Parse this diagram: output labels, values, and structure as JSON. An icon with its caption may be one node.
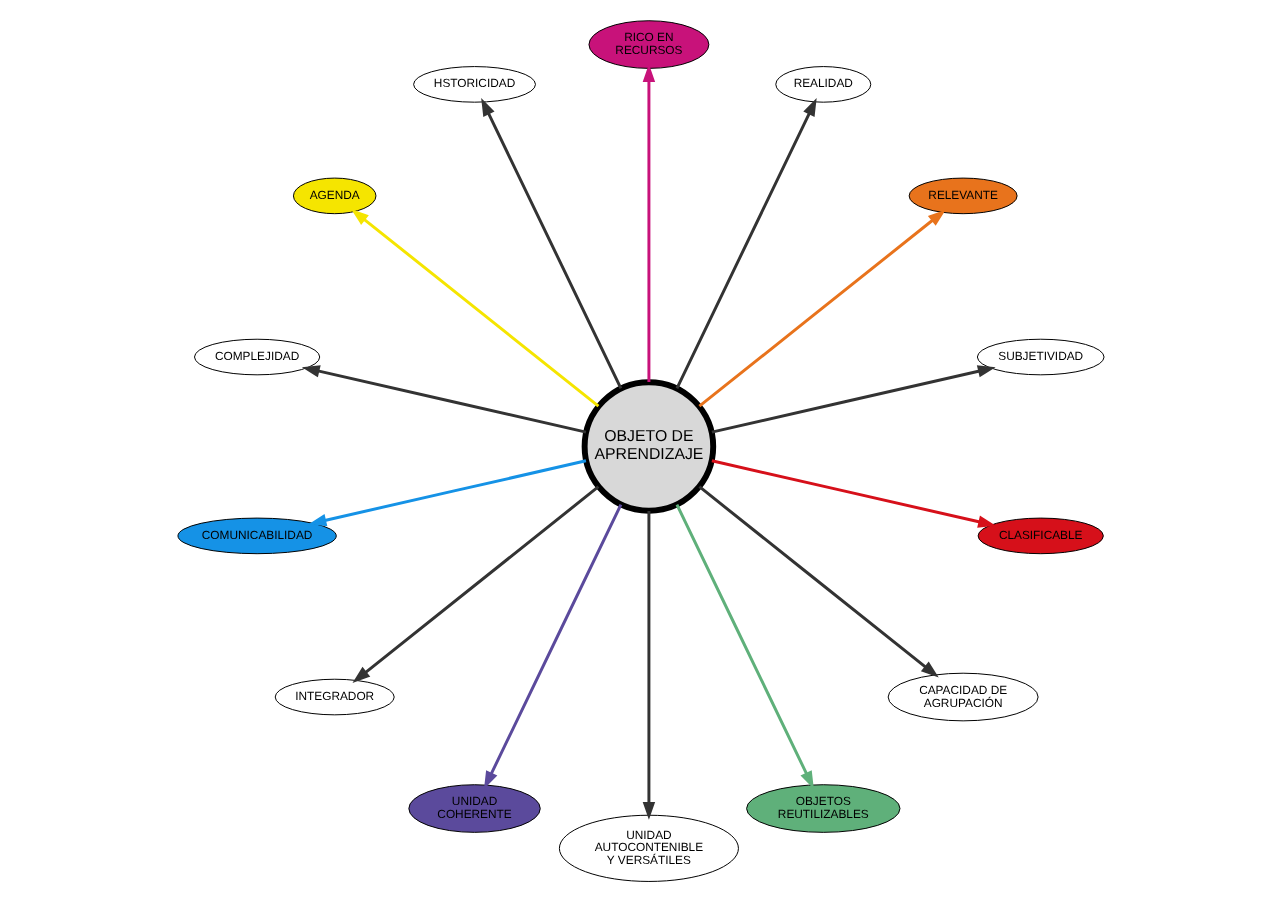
{
  "diagram": {
    "nodes": [
      {
        "text": [
          "OBJETO DE APRENDIZAJE"
        ]
      },
      {
        "text": [
          "SUBJETIVIDAD"
        ]
      },
      {
        "text": [
          "RELEVANTE"
        ]
      },
      {
        "text": [
          "REALIDAD"
        ]
      },
      {
        "text": [
          "RICO EN RECURSOS"
        ]
      },
      {
        "text": [
          "HSTORICIDAD"
        ]
      },
      {
        "text": [
          "AGENDA"
        ]
      },
      {
        "text": [
          "COMPLEJIDAD"
        ]
      },
      {
        "text": [
          "COMUNICABILIDAD"
        ]
      },
      {
        "text": [
          "INTEGRADOR"
        ]
      },
      {
        "text": [
          "UNIDAD COHERENTE"
        ]
      },
      {
        "text": [
          "UNIDAD AUTOCONTENIBLE Y VERSÁTILES"
        ]
      },
      {
        "text": [
          "OBJETOS REUTILIZABLES"
        ]
      },
      {
        "text": [
          "CAPACIDAD DE AGRUPACIÓN"
        ]
      },
      {
        "text": [
          "CLASIFICABLE"
        ]
      }
    ],
    "edges": [
      {
        "from": 0,
        "to": 1,
        "arrow": "to"
      },
      {
        "from": 0,
        "to": 2,
        "arrow": "to",
        "color": "#e8731c"
      },
      {
        "from": 0,
        "to": 3,
        "arrow": "to"
      },
      {
        "from": 0,
        "to": 4,
        "arrow": "to",
        "color": "#c8127a"
      },
      {
        "from": 0,
        "to": 5,
        "arrow": "to"
      },
      {
        "from": 0,
        "to": 6,
        "arrow": "to",
        "color": "#f5e500"
      },
      {
        "from": 0,
        "to": 7,
        "arrow": "to"
      },
      {
        "from": 0,
        "to": 8,
        "arrow": "to",
        "color": "#1592e6"
      },
      {
        "from": 0,
        "to": 9,
        "arrow": "to"
      },
      {
        "from": 0,
        "to": 10,
        "arrow": "to",
        "color": "#5b4a9c"
      },
      {
        "from": 0,
        "to": 11,
        "arrow": "to"
      },
      {
        "from": 0,
        "to": 12,
        "arrow": "to",
        "color": "#5fb07a"
      },
      {
        "from": 0,
        "to": 13,
        "arrow": "to"
      },
      {
        "from": 0,
        "to": 14,
        "arrow": "to",
        "color": "#d6101a"
      }
    ]
  }
}
